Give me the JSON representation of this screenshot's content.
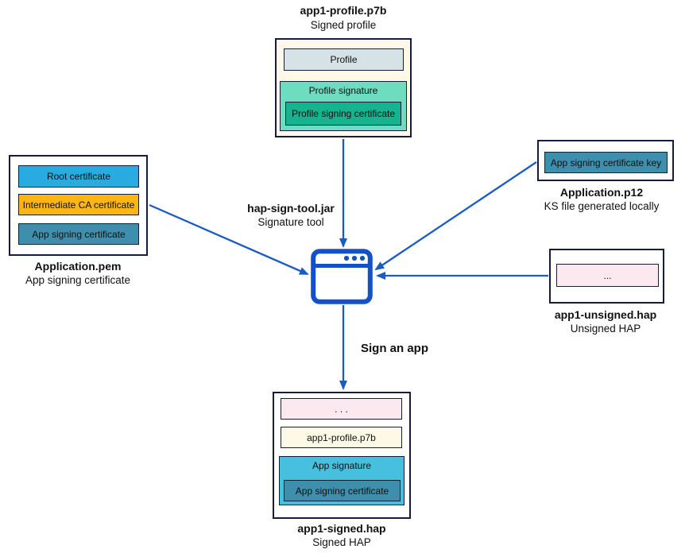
{
  "diagram": {
    "signed_profile": {
      "title": "app1-profile.p7b",
      "subtitle": "Signed profile",
      "profile": "Profile",
      "profile_signature": "Profile signature",
      "profile_signing_certificate": "Profile signing certificate"
    },
    "app_cert_pem": {
      "title": "Application.pem",
      "subtitle": "App signing certificate",
      "root_certificate": "Root certificate",
      "intermediate_ca_certificate": "Intermediate CA certificate",
      "app_signing_certificate": "App signing certificate"
    },
    "keystore_p12": {
      "title": "Application.p12",
      "subtitle": "KS file generated locally",
      "app_signing_certificate_key": "App signing certificate key"
    },
    "unsigned_hap": {
      "title": "app1-unsigned.hap",
      "subtitle": "Unsigned HAP",
      "ellipsis": "..."
    },
    "tool": {
      "title": "hap-sign-tool.jar",
      "subtitle": "Signature tool"
    },
    "action": "Sign an app",
    "signed_hap": {
      "title": "app1-signed.hap",
      "subtitle": "Signed HAP",
      "ellipsis": ". . .",
      "profile_file": "app1-profile.p7b",
      "app_signature": "App signature",
      "app_signing_certificate": "App signing certificate"
    }
  },
  "colors": {
    "arrow_blue": "#1a5bc4",
    "icon_blue": "#1450c8",
    "box_border": "#161d38",
    "signed_profile_bg": "#fff9ec",
    "profile_fill": "#d5e3e6",
    "profile_signature_fill": "#6edcbe",
    "profile_signing_cert_fill": "#17b28e",
    "root_cert_fill": "#29abe2",
    "intermediate_ca_fill": "#fdb515",
    "app_signing_cert_fill": "#3e8fad",
    "app_signature_fill": "#47bfdf",
    "ellipsis_fill": "#fbe9ef",
    "profile_file_fill": "#fef9e7"
  }
}
